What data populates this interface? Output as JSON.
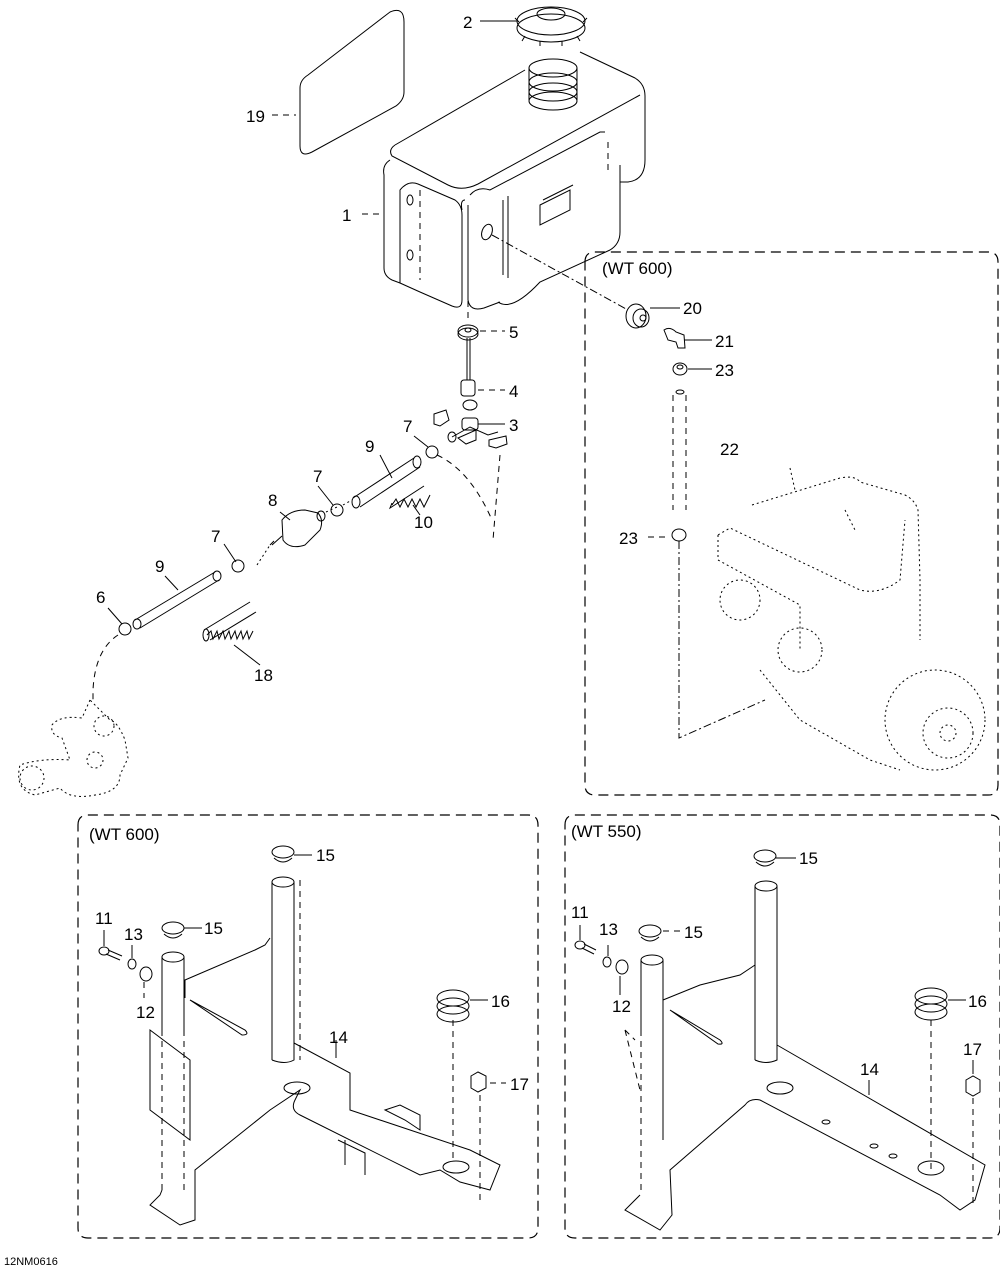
{
  "diagram": {
    "drawing_code": "12NM0616",
    "panels": {
      "engine_wt600": "(WT 600)",
      "frame_wt600": "(WT 600)",
      "frame_wt550": "(WT 550)"
    },
    "callouts": {
      "tank": "1",
      "cap": "2",
      "tee": "3",
      "hose_4": "4",
      "grommet_5": "5",
      "clamp_6": "6",
      "clamp_7a": "7",
      "clamp_7b": "7",
      "clamp_7c": "7",
      "filter": "8",
      "hose_9a": "9",
      "hose_9b": "9",
      "spring_10": "10",
      "spring_18": "18",
      "decal": "19",
      "grommet_20": "20",
      "elbow_21": "21",
      "hose_22": "22",
      "clamp_23a": "23",
      "clamp_23b": "23",
      "l_bolt_11": "11",
      "l_washer_12": "12",
      "l_washer_13": "13",
      "l_support_14": "14",
      "l_plug_15a": "15",
      "l_plug_15b": "15",
      "l_bumper_16": "16",
      "l_nut_17": "17",
      "r_bolt_11": "11",
      "r_washer_12": "12",
      "r_washer_13": "13",
      "r_support_14": "14",
      "r_plug_15a": "15",
      "r_plug_15b": "15",
      "r_bumper_16": "16",
      "r_nut_17": "17"
    }
  }
}
